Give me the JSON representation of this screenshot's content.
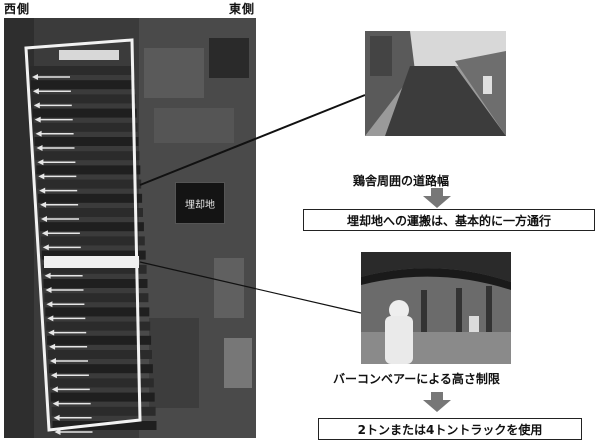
{
  "labels": {
    "west": "西側",
    "east": "東側"
  },
  "aerial": {
    "burial_site_label": "埋却地"
  },
  "road_photo": {
    "caption": "鶏舎周囲の道路幅"
  },
  "conveyor_photo": {
    "caption": "バーコンベアーによる高さ制限"
  },
  "notes": {
    "one_way": "埋却地への運搬は、基本的に一方通行",
    "trucks": "2トンまたは4トントラックを使用"
  }
}
